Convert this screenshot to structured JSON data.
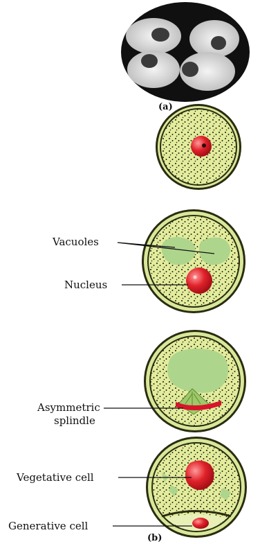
{
  "panel_a": {
    "caption": "(a)"
  },
  "panel_b": {
    "caption": "(b)"
  },
  "labels": {
    "vacuoles": "Vacuoles",
    "nucleus": "Nucleus",
    "asymmetric_1": "Asymmetric",
    "asymmetric_2": "splindle",
    "vegetative": "Vegetative cell",
    "generative": "Generative cell"
  },
  "colors": {
    "cell_wall_outer": "#2b2b10",
    "cell_fill": "#d8e89a",
    "cytoplasm": "#e2ec9c",
    "vacuole": "#aed58c",
    "nucleus": "#e0222a",
    "spindle": "#d8152a",
    "tetrad_bg": "#101010"
  }
}
